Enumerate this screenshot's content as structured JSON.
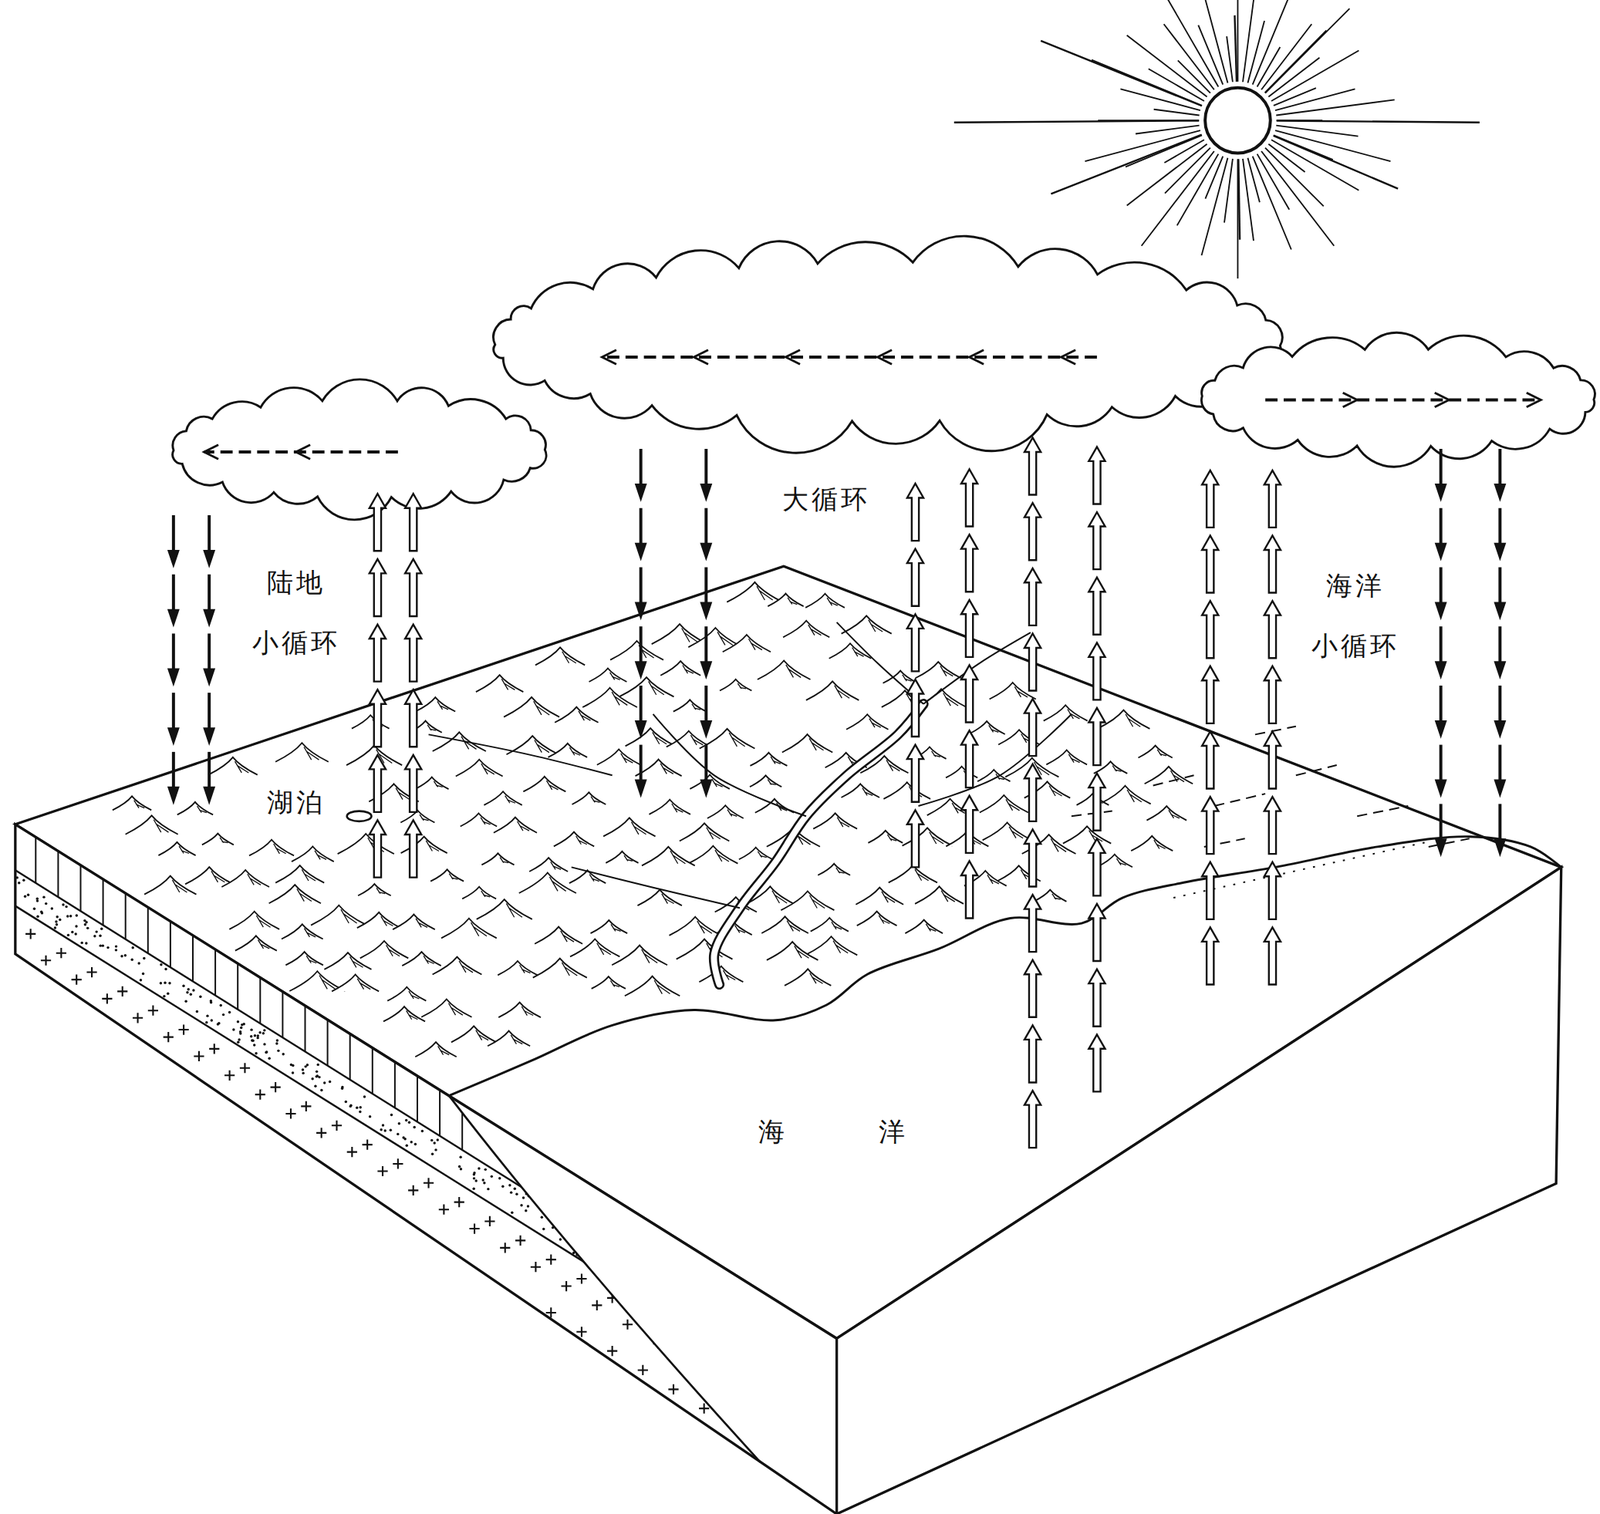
{
  "diagram": {
    "labels": [
      "大循环",
      "陆地 小循环",
      "海洋 小循环",
      "湖泊",
      "海洋"
    ]
  }
}
